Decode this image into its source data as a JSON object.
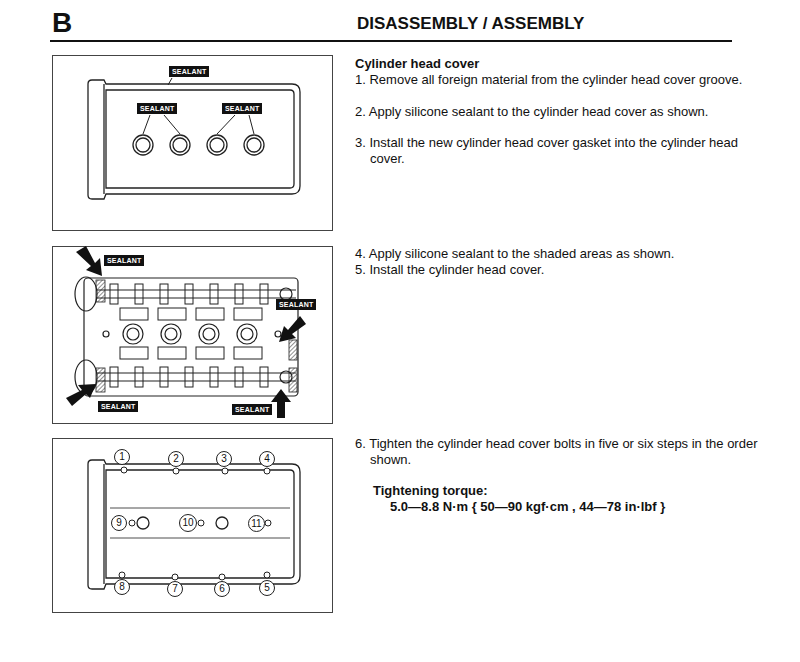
{
  "diagram": {
    "title": "DISASSEMBLY / ASSEMBLY",
    "nodes": [
      {
        "text": [
          "SEALANT"
        ]
      },
      {
        "text": [
          "SEALANT"
        ]
      },
      {
        "text": [
          "SEALANT"
        ]
      },
      {
        "text": [
          "SEALANT"
        ]
      },
      {
        "text": [
          "SEALANT"
        ]
      },
      {
        "text": [
          "SEALANT"
        ]
      },
      {
        "text": [
          "SEALANT"
        ]
      },
      {
        "text": [
          "1"
        ]
      },
      {
        "text": [
          "2"
        ]
      },
      {
        "text": [
          "3"
        ]
      },
      {
        "text": [
          "4"
        ]
      },
      {
        "text": [
          "9"
        ]
      },
      {
        "text": [
          "10"
        ]
      },
      {
        "text": [
          "11"
        ]
      },
      {
        "text": [
          "8"
        ]
      },
      {
        "text": [
          "7"
        ]
      },
      {
        "text": [
          "6"
        ]
      },
      {
        "text": [
          "5"
        ]
      }
    ],
    "labels": [
      "B",
      "Cylinder head cover",
      "1. Remove all foreign material from the cylinder head cover groove.",
      "2. Apply silicone sealant to the cylinder head cover as shown.",
      "3. Install the new cylinder head cover gasket into the cylinder head cover.",
      "4. Apply silicone sealant to the shaded areas as shown.",
      "5. Install the cylinder head cover.",
      "6. Tighten the cylinder head cover bolts in five or six steps in the order shown.",
      "Tightening torque:",
      "5.0—8.8 N·m { 50—90 kgf·cm , 44—78 in·lbf }"
    ]
  }
}
